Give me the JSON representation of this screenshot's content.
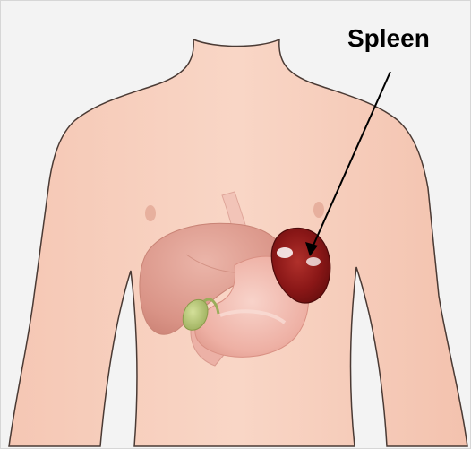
{
  "labels": {
    "spleen": "Spleen"
  },
  "colors": {
    "background": "#f3f3f3",
    "skin": "#f8d3c2",
    "skin_outline": "#4a3a34",
    "liver": "#dfa295",
    "stomach": "#efb8ad",
    "gallbladder": "#b9c97a",
    "spleen": "#8a1717",
    "arrow": "#000000"
  },
  "icons": {
    "torso": "human-torso-outline",
    "organs": "abdominal-organs"
  }
}
